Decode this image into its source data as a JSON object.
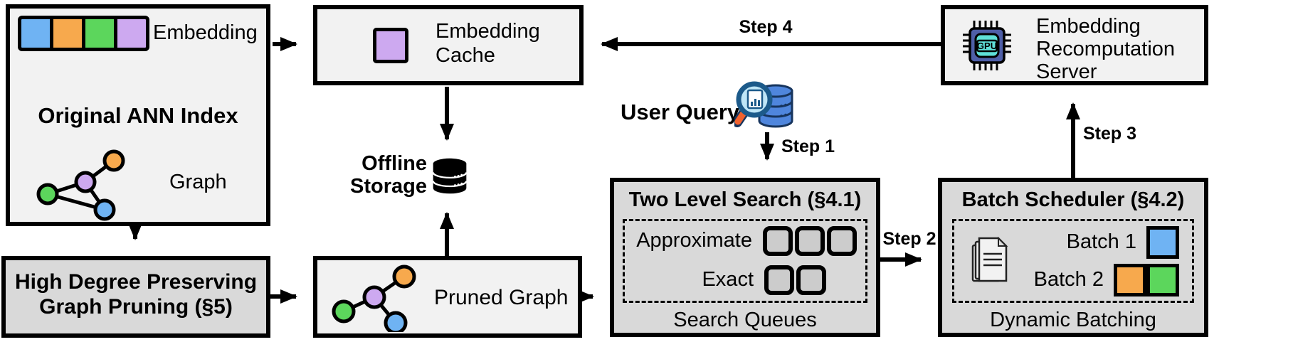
{
  "colors": {
    "blue": "#6fb3f3",
    "orange": "#f7a94d",
    "green": "#5cd65c",
    "purple": "#cda9f0",
    "box_light": "#f2f2f2",
    "box_dark": "#d9d9d9",
    "queue_fill": "#cccccc",
    "gpu_chip": "#4f5fa8",
    "gpu_core": "#5fe0d8",
    "db_blue": "#4f86dd",
    "db_dark": "#17355e",
    "lens": "#bfe6f7",
    "handle": "#f2622e"
  },
  "ann_index": {
    "embedding_label": "Embedding",
    "title": "Original ANN Index",
    "graph_label": "Graph"
  },
  "pruning": {
    "line1": "High Degree Preserving",
    "line2": "Graph Pruning (§5)"
  },
  "cache": {
    "line1": "Embedding",
    "line2": "Cache"
  },
  "storage": {
    "line1": "Offline",
    "line2": "Storage"
  },
  "pruned_graph": {
    "label": "Pruned Graph"
  },
  "user_query": {
    "label": "User Query"
  },
  "search": {
    "title": "Two Level Search (§4.1)",
    "approximate_label": "Approximate",
    "exact_label": "Exact",
    "footer": "Search Queues"
  },
  "scheduler": {
    "title": "Batch Scheduler (§4.2)",
    "batch1_label": "Batch 1",
    "batch2_label": "Batch 2",
    "footer": "Dynamic Batching"
  },
  "server": {
    "line1": "Embedding",
    "line2": "Recomputation",
    "line3": "Server",
    "gpu_label": "GPU"
  },
  "steps": {
    "s1": "Step 1",
    "s2": "Step 2",
    "s3": "Step 3",
    "s4": "Step 4"
  }
}
